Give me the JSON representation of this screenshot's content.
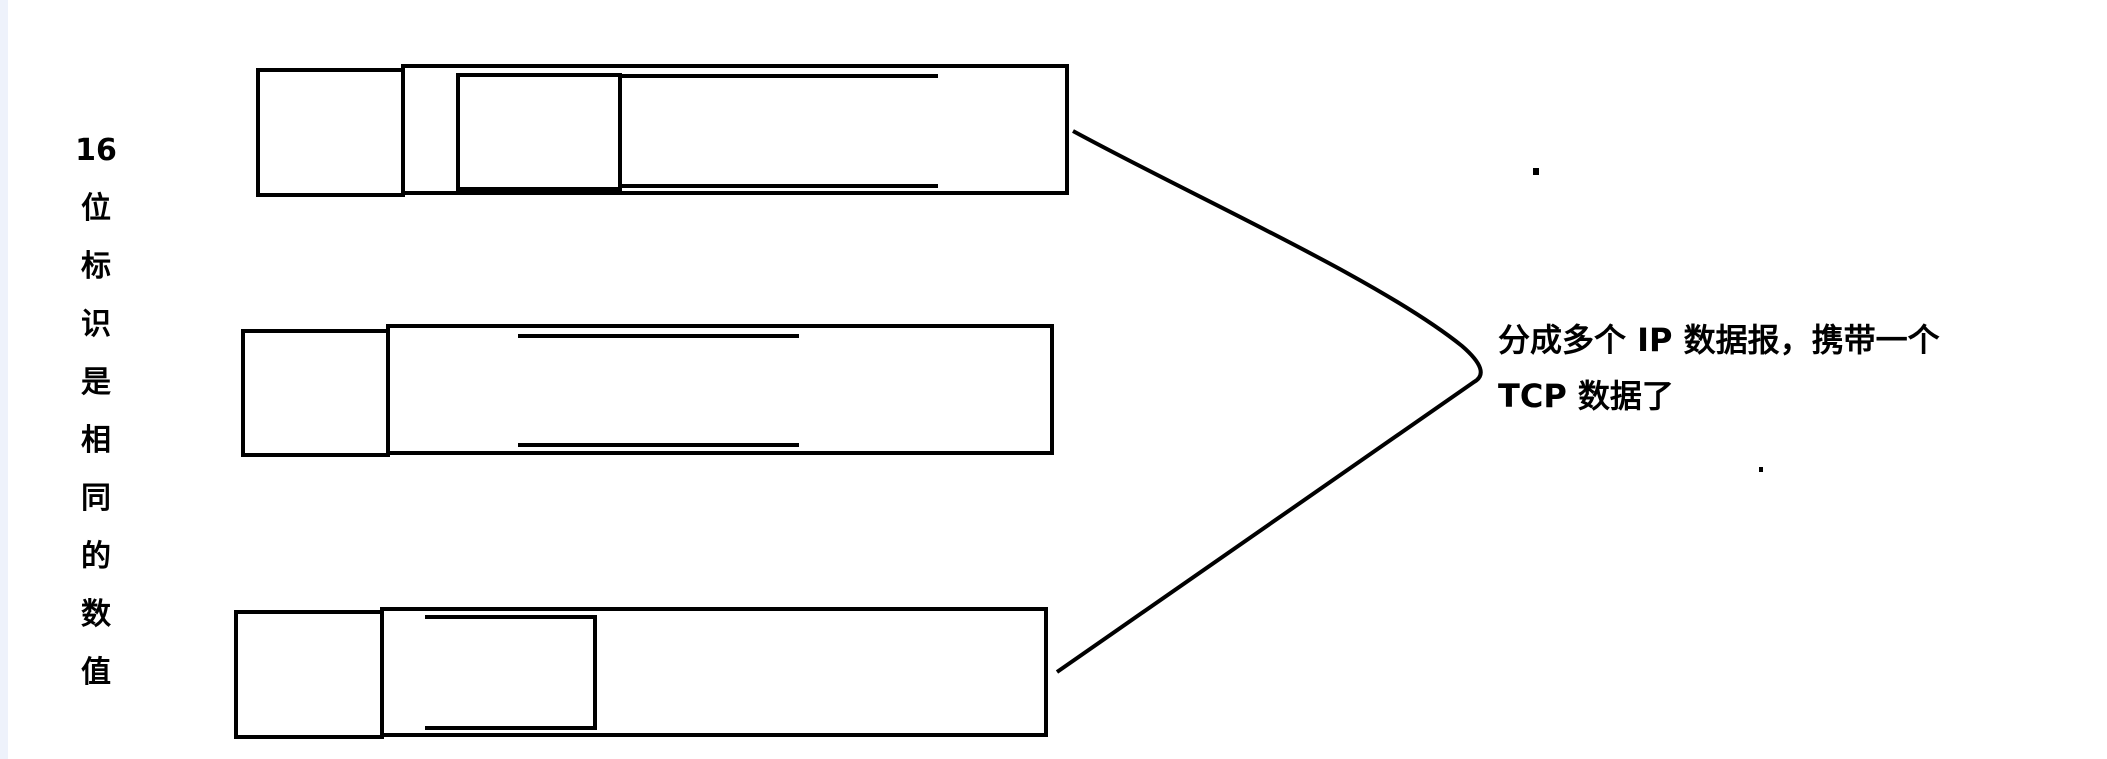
{
  "vertical_label": {
    "chars": [
      "16",
      "位",
      "标",
      "识",
      "是",
      "相",
      "同",
      "的",
      "数",
      "值"
    ]
  },
  "note": {
    "line1": "分成多个 IP 数据报，携带一个",
    "line2": "TCP 数据了"
  },
  "colors": {
    "stroke": "#000000",
    "background": "#ffffff",
    "left_strip": "#eef2fb"
  }
}
